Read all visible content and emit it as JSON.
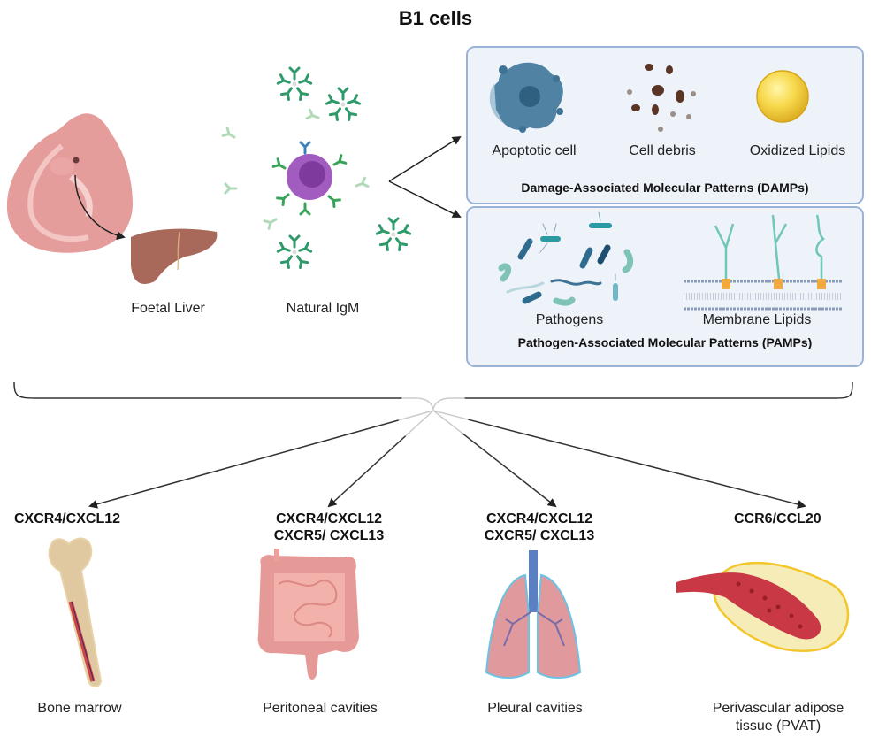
{
  "title": "B1 cells",
  "origin": {
    "foetal_liver_label": "Foetal Liver",
    "natural_igm_label": "Natural IgM"
  },
  "damps": {
    "heading": "Damage-Associated Molecular Patterns (DAMPs)",
    "items": [
      {
        "label": "Apoptotic cell",
        "icon": "apoptotic-cell-icon"
      },
      {
        "label": "Cell debris",
        "icon": "cell-debris-icon"
      },
      {
        "label": "Oxidized Lipids",
        "icon": "oxidized-lipid-droplet-icon"
      }
    ]
  },
  "pamps": {
    "heading": "Pathogen-Associated Molecular Patterns (PAMPs)",
    "items": [
      {
        "label": "Pathogens",
        "icon": "bacteria-icon"
      },
      {
        "label": "Membrane Lipids",
        "icon": "membrane-lipids-icon"
      }
    ]
  },
  "destinations": [
    {
      "receptors": [
        "CXCR4/CXCL12"
      ],
      "tissue": [
        "Bone marrow"
      ],
      "icon": "femur-bone-icon"
    },
    {
      "receptors": [
        "CXCR4/CXCL12",
        "CXCR5/ CXCL13"
      ],
      "tissue": [
        "Peritoneal cavities"
      ],
      "icon": "intestines-icon"
    },
    {
      "receptors": [
        "CXCR4/CXCL12",
        "CXCR5/ CXCL13"
      ],
      "tissue": [
        "Pleural cavities"
      ],
      "icon": "lungs-icon"
    },
    {
      "receptors": [
        "CCR6/CCL20"
      ],
      "tissue": [
        "Perivascular adipose",
        "tissue (PVAT)"
      ],
      "icon": "blood-vessel-adipose-icon"
    }
  ],
  "colors": {
    "panel_border": "#9bb3d9",
    "panel_fill": "#eef2f9",
    "igm_green": "#2e9a6a",
    "b_cell_purple": "#9b4fb8",
    "embryo_pink": "#e4999a",
    "liver_brown": "#a86a5a"
  }
}
